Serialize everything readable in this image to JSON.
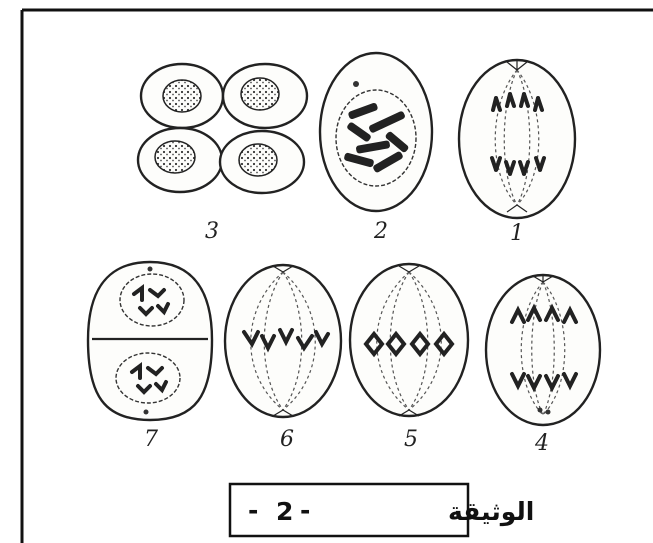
{
  "figure": {
    "stage_labels": [
      "1",
      "2",
      "3",
      "4",
      "5",
      "6",
      "7"
    ],
    "caption": {
      "title": "الوثيقة",
      "number": "2"
    }
  }
}
